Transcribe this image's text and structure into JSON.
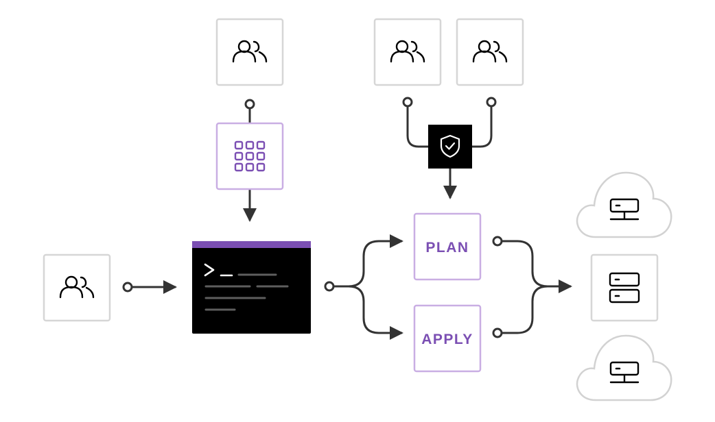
{
  "colors": {
    "accent": "#7b4fb3",
    "accent_light": "#c9aee3",
    "box_border": "#d6d6d6",
    "connector": "#333333",
    "dark": "#000000",
    "terminal_bar": "#7b4fb3",
    "terminal_lines": "#5e5e5e",
    "cloud_border": "#d2d2d2"
  },
  "nodes": {
    "users_left": {
      "icon": "users-icon"
    },
    "users_top": {
      "icon": "users-icon"
    },
    "users_top_right_a": {
      "icon": "users-icon"
    },
    "users_top_right_b": {
      "icon": "users-icon"
    },
    "registry": {
      "icon": "grid-icon"
    },
    "policy": {
      "icon": "shield-check-icon"
    },
    "terminal": {
      "icon": "terminal-icon",
      "prompt": ">_"
    },
    "plan": {
      "label": "PLAN"
    },
    "apply": {
      "label": "APPLY"
    },
    "server_top": {
      "icon": "server-icon",
      "container": "cloud"
    },
    "server_middle": {
      "icon": "server-stack-icon",
      "container": "box"
    },
    "server_bottom": {
      "icon": "server-icon",
      "container": "cloud"
    }
  }
}
